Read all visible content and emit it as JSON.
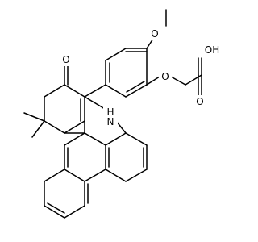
{
  "diagram_type": "chemical-structure",
  "atom_labels": {
    "ome_o": "O",
    "ether_o": "O",
    "carbonyl_o": "O",
    "acid_carbonyl_o": "O",
    "acid_oh": "OH",
    "nh": "H",
    "n": "N"
  }
}
